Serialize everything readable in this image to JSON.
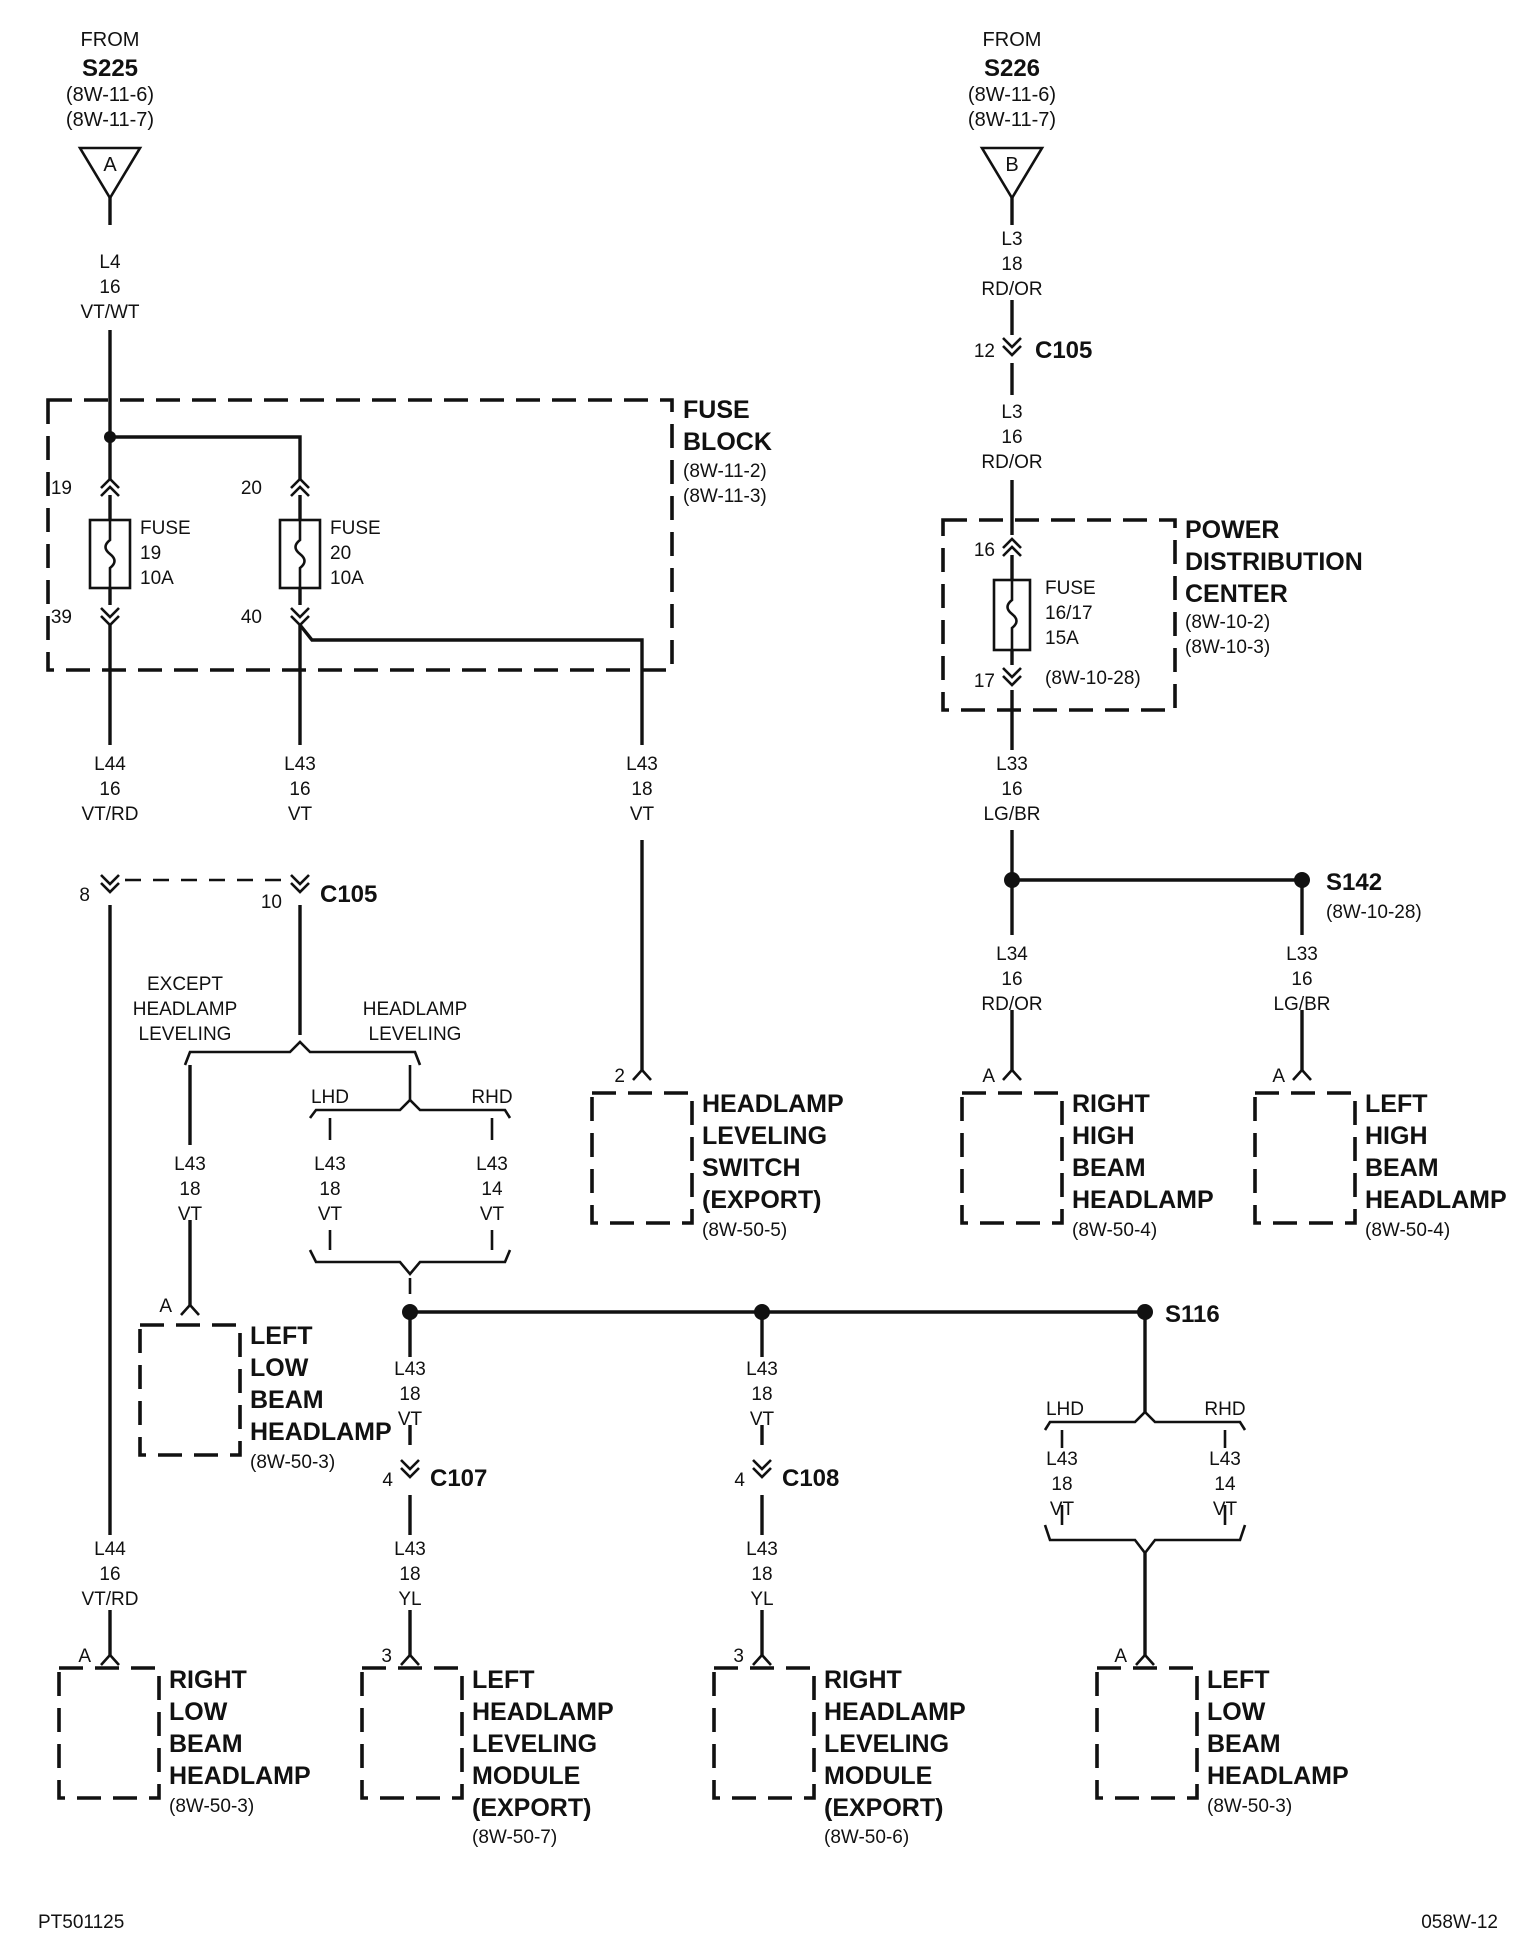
{
  "source_s225": {
    "from": "FROM",
    "id": "S225",
    "refs": [
      "(8W-11-6)",
      "(8W-11-7)"
    ],
    "tag": "A"
  },
  "source_s226": {
    "from": "FROM",
    "id": "S226",
    "refs": [
      "(8W-11-6)",
      "(8W-11-7)"
    ],
    "tag": "B"
  },
  "wires": {
    "l4_in": [
      "L4",
      "16",
      "VT/WT"
    ],
    "l3_in": [
      "L3",
      "18",
      "RD/OR"
    ],
    "l3_out": [
      "L3",
      "16",
      "RD/OR"
    ],
    "l44_top": [
      "L44",
      "16",
      "VT/RD"
    ],
    "l43_16": [
      "L43",
      "16",
      "VT"
    ],
    "l43_switch": [
      "L43",
      "18",
      "VT"
    ],
    "l33_pdc": [
      "L33",
      "16",
      "LG/BR"
    ],
    "l34": [
      "L34",
      "16",
      "RD/OR"
    ],
    "l33_s142": [
      "L33",
      "16",
      "LG/BR"
    ],
    "l43_except": [
      "L43",
      "18",
      "VT"
    ],
    "l43_lhd": [
      "L43",
      "18",
      "VT"
    ],
    "l43_rhd": [
      "L43",
      "14",
      "VT"
    ],
    "l43_c107_in": [
      "L43",
      "18",
      "VT"
    ],
    "l43_c108_in": [
      "L43",
      "18",
      "VT"
    ],
    "l43_lhd2": [
      "L43",
      "18",
      "VT"
    ],
    "l43_rhd2": [
      "L43",
      "14",
      "VT"
    ],
    "l43_c107_out": [
      "L43",
      "18",
      "YL"
    ],
    "l43_c108_out": [
      "L43",
      "18",
      "YL"
    ],
    "l44_bottom": [
      "L44",
      "16",
      "VT/RD"
    ]
  },
  "fuse_block": {
    "title_1": "FUSE",
    "title_2": "BLOCK",
    "refs": [
      "(8W-11-2)",
      "(8W-11-3)"
    ]
  },
  "fuse19": {
    "label": [
      "FUSE",
      "19",
      "10A"
    ],
    "pin_in": "19",
    "pin_out": "39"
  },
  "fuse20": {
    "label": [
      "FUSE",
      "20",
      "10A"
    ],
    "pin_in": "20",
    "pin_out": "40"
  },
  "pdc": {
    "title": [
      "POWER",
      "DISTRIBUTION",
      "CENTER"
    ],
    "refs": [
      "(8W-10-2)",
      "(8W-10-3)"
    ]
  },
  "fuse1617": {
    "label": [
      "FUSE",
      "16/17",
      "15A"
    ],
    "pin_in": "16",
    "pin_out": "17",
    "ref": "(8W-10-28)"
  },
  "connectors": {
    "c105_top": {
      "name": "C105",
      "pin": "12"
    },
    "c105_mid": {
      "name": "C105",
      "pin_left": "8",
      "pin_right": "10"
    },
    "c107": {
      "name": "C107",
      "pin": "4"
    },
    "c108": {
      "name": "C108",
      "pin": "4"
    }
  },
  "splices": {
    "s142": {
      "name": "S142",
      "ref": "(8W-10-28)"
    },
    "s116": {
      "name": "S116"
    }
  },
  "options": {
    "except_leveling": [
      "EXCEPT",
      "HEADLAMP",
      "LEVELING"
    ],
    "leveling": [
      "HEADLAMP",
      "LEVELING"
    ],
    "lhd": "LHD",
    "rhd": "RHD"
  },
  "components": {
    "switch": {
      "pin": "2",
      "lines": [
        "HEADLAMP",
        "LEVELING",
        "SWITCH",
        "(EXPORT)"
      ],
      "ref": "(8W-50-5)"
    },
    "right_high": {
      "pin": "A",
      "lines": [
        "RIGHT",
        "HIGH",
        "BEAM",
        "HEADLAMP"
      ],
      "ref": "(8W-50-4)"
    },
    "left_high": {
      "pin": "A",
      "lines": [
        "LEFT",
        "HIGH",
        "BEAM",
        "HEADLAMP"
      ],
      "ref": "(8W-50-4)"
    },
    "left_low_a": {
      "pin": "A",
      "lines": [
        "LEFT",
        "LOW",
        "BEAM",
        "HEADLAMP"
      ],
      "ref": "(8W-50-3)"
    },
    "right_low": {
      "pin": "A",
      "lines": [
        "RIGHT",
        "LOW",
        "BEAM",
        "HEADLAMP"
      ],
      "ref": "(8W-50-3)"
    },
    "left_module": {
      "pin": "3",
      "lines": [
        "LEFT",
        "HEADLAMP",
        "LEVELING",
        "MODULE",
        "(EXPORT)"
      ],
      "ref": "(8W-50-7)"
    },
    "right_module": {
      "pin": "3",
      "lines": [
        "RIGHT",
        "HEADLAMP",
        "LEVELING",
        "MODULE",
        "(EXPORT)"
      ],
      "ref": "(8W-50-6)"
    },
    "left_low_b": {
      "pin": "A",
      "lines": [
        "LEFT",
        "LOW",
        "BEAM",
        "HEADLAMP"
      ],
      "ref": "(8W-50-3)"
    }
  },
  "footer": {
    "left": "PT501125",
    "right": "058W-12"
  }
}
